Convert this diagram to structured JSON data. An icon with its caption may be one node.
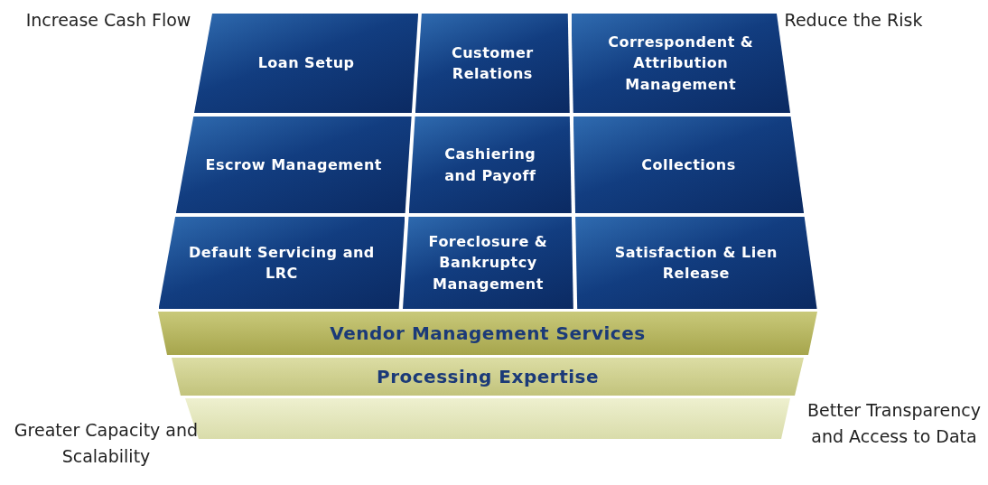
{
  "diagram": {
    "nodes": [
      {
        "text": [
          "Loan Setup"
        ]
      },
      {
        "text": [
          "Customer Relations"
        ]
      },
      {
        "text": [
          "Correspondent & Attribution Management"
        ]
      },
      {
        "text": [
          "Escrow Management"
        ]
      },
      {
        "text": [
          "Cashiering and Payoff"
        ]
      },
      {
        "text": [
          "Collections"
        ]
      },
      {
        "text": [
          "Default Servicing and LRC"
        ]
      },
      {
        "text": [
          "Foreclosure & Bankruptcy Management"
        ]
      },
      {
        "text": [
          "Satisfaction & Lien Release"
        ]
      },
      {
        "text": [
          "Vendor Management Services"
        ]
      },
      {
        "text": [
          "Processing Expertise"
        ]
      },
      {
        "text": [],
        "shape": "bar"
      }
    ],
    "labels": [
      "Increase Cash Flow",
      "Reduce the Risk",
      "Greater Capacity and Scalability",
      "Better Transparency and Access to Data"
    ]
  }
}
